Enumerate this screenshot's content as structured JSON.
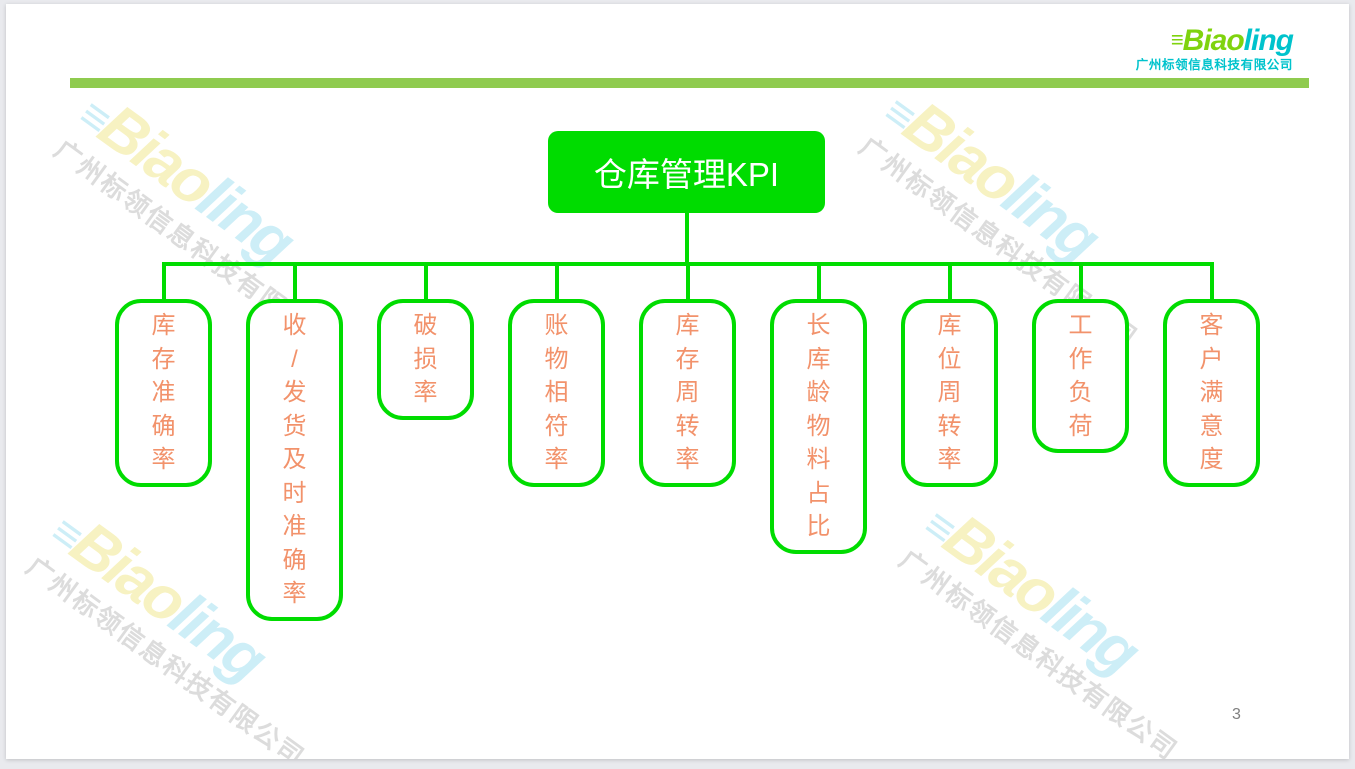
{
  "slide": {
    "page_number": "3",
    "header": {
      "logo_part_green": "Biao",
      "logo_part_cyan": "ling",
      "logo_subtitle": "广州标领信息科技有限公司"
    },
    "watermark": {
      "logo_part_yellow": "Biao",
      "logo_part_cyan": "ling",
      "company": "广州标领信息科技有限公司"
    },
    "diagram": {
      "root": {
        "label": "仓库管理KPI"
      },
      "nodes": [
        {
          "label": "库存准确率"
        },
        {
          "label": "收/发货及时准确率"
        },
        {
          "label": "破损率"
        },
        {
          "label": "账物相符率"
        },
        {
          "label": "库存周转率"
        },
        {
          "label": "长库龄物料占比"
        },
        {
          "label": "库位周转率"
        },
        {
          "label": "工作负荷"
        },
        {
          "label": "客户满意度"
        }
      ]
    },
    "colors": {
      "node_green": "#00DC00",
      "header_bar_green": "#8FCB4F",
      "logo_green": "#7FD30E",
      "logo_cyan": "#00C3CC",
      "node_text_orange": "#F2926B",
      "page_number_gray": "#7F7F7F",
      "watermark_yellow": "#F7F2C2",
      "watermark_cyan": "#CDEEF7",
      "watermark_gray": "#DCDCDC"
    }
  }
}
